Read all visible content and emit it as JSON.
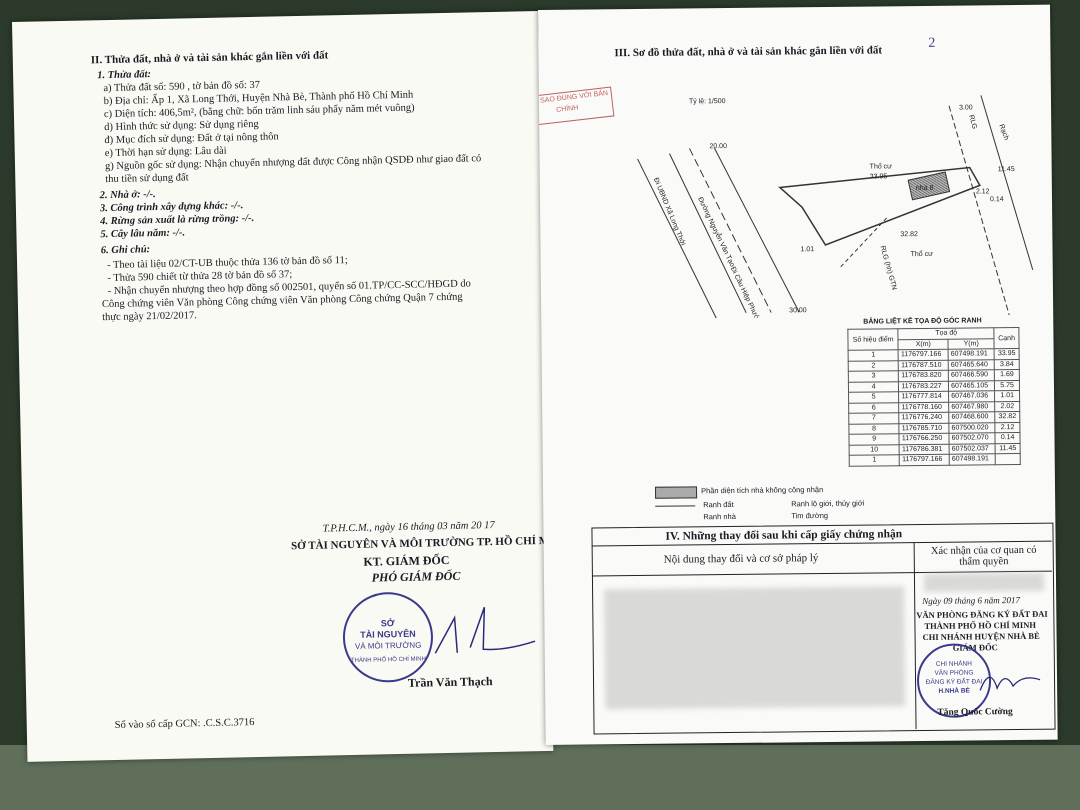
{
  "left": {
    "section_title": "II. Thửa đất, nhà ở và tài sản khác gắn liền với đất",
    "land_heading": "1. Thửa đất:",
    "land_lines": [
      "a) Thửa đất số:          590           , tờ bản đồ số:          37",
      "b) Địa chỉ:  Ấp 1, Xã Long Thới, Huyện Nhà Bè, Thành phố Hồ Chí Minh",
      "c) Diện tích:              406,5m², (bằng chữ: bốn trăm linh sáu phẩy năm mét vuông)",
      "d) Hình thức sử dụng:   Sử dụng riêng",
      "đ) Mục đích sử dụng:   Đất ở tại nông thôn",
      "e) Thời hạn sử dụng:   Lâu dài",
      "g) Nguồn gốc sử dụng:  Nhận chuyển nhượng đất được Công nhận QSDĐ như giao đất có",
      "    thu tiền sử dụng đất"
    ],
    "items": [
      "2. Nhà ở: -/-.",
      "3. Công trình xây dựng khác: -/-.",
      "4. Rừng sản xuất là rừng trồng: -/-.",
      "5. Cây lâu năm: -/-."
    ],
    "notes_heading": "6. Ghi chú:",
    "notes": [
      "- Theo tài liệu 02/CT-UB thuộc thửa 136 tờ bản đồ số 11;",
      "- Thửa 590 chiết từ thửa 28 tờ bản đồ số 37;",
      "- Nhận chuyển nhượng theo hợp đồng số 002501, quyển số 01.TP/CC-SCC/HĐGD do",
      "Công chứng viên Văn phòng Công chứng viên Văn phòng Công chứng Quận 7 chứng",
      "thực ngày 21/02/2017."
    ],
    "date_line": "T.P.H.C.M., ngày  16  tháng  03  năm 20 17",
    "agency": "SỞ TÀI NGUYÊN VÀ MÔI TRƯỜNG TP. HỒ CHÍ MINH",
    "kt": "KT. GIÁM ĐỐC",
    "vice": "PHÓ GIÁM ĐỐC",
    "stamp_lines": [
      "SỞ",
      "TÀI NGUYÊN",
      "VÀ MÔI TRƯỜNG"
    ],
    "stamp_ring": "THÀNH PHỐ HỒ CHÍ MINH",
    "signer": "Trần Văn Thạch",
    "gcn": "Số vào sổ cấp GCN: .C.S.C.3716"
  },
  "right": {
    "section_title": "III. Sơ đồ thửa đất, nhà ở và tài sản khác gắn liền với đất",
    "page_mark": "2",
    "scale": "Tỷ lệ: 1/500",
    "stamp_copy": "BẢN SAO ĐÚNG VỚI BẢN CHÍNH",
    "map_labels": {
      "tho_cu_top": "Thổ cư",
      "tho_cu_bottom": "Thổ cư",
      "road1": "Đi UBND Xã Long Thới",
      "road2": "Đường Nguyễn Văn Tạo",
      "road3": "Đi Cầu Hiệp Phước",
      "rach": "Rạch",
      "rlg": "RLG",
      "rlg_gt": "RLG (hh) GTN",
      "d20": "20.00",
      "d30": "30.00",
      "d300": "3.00",
      "d3395": "33.95",
      "d3282": "32.82",
      "d1145": "11.45",
      "d101": "1.01",
      "d212": "2.12",
      "d014": "0.14",
      "house_area": "nhà 8"
    },
    "table_title": "BẢNG LIỆT KÊ TỌA ĐỘ GÓC RANH",
    "table_headers": [
      "Số hiệu điểm",
      "Tọa độ",
      "X(m)",
      "Y(m)",
      "Cạnh"
    ],
    "table_rows": [
      [
        "1",
        "1176797.166",
        "607498.191"
      ],
      [
        "2",
        "1176787.510",
        "607465.640"
      ],
      [
        "3",
        "1176783.820",
        "607466.590"
      ],
      [
        "4",
        "1176783.227",
        "607465.105"
      ],
      [
        "5",
        "1176777.814",
        "607467.036"
      ],
      [
        "6",
        "1176778.160",
        "607467.980"
      ],
      [
        "7",
        "1176776.240",
        "607468.600"
      ],
      [
        "8",
        "1176785.710",
        "607500.020"
      ],
      [
        "9",
        "1176766.250",
        "607502.070"
      ],
      [
        "10",
        "1176786.381",
        "607502.037"
      ],
      [
        "1",
        "1176797.166",
        "607498.191"
      ]
    ],
    "table_edges": [
      "33.95",
      "3.84",
      "1.69",
      "5.75",
      "1.01",
      "2.02",
      "32.82",
      "2.12",
      "0.14",
      "11.45"
    ],
    "legend": [
      "Phần diện tích nhà không công nhận",
      "Ranh đất",
      "Ranh lộ giới, thủy giới",
      "Ranh nhà",
      "Tim đường"
    ],
    "changes_title": "IV. Những thay đổi sau khi cấp giấy chứng nhận",
    "col1": "Nội dung thay đổi và cơ sở pháp lý",
    "col2": "Xác nhận của cơ quan có thẩm quyền",
    "confirm_date": "Ngày 09 tháng 6 năm 2017",
    "office": [
      "VĂN PHÒNG ĐĂNG KÝ ĐẤT ĐAI",
      "THÀNH PHỐ HỒ CHÍ MINH",
      "CHI NHÁNH HUYỆN NHÀ BÈ",
      "GIÁM ĐỐC"
    ],
    "stamp2": [
      "CHI NHÁNH",
      "VĂN PHÒNG",
      "ĐĂNG KÝ ĐẤT ĐAI",
      "H.NHÀ BÈ"
    ],
    "signer2": "Tăng Quốc Cường"
  }
}
